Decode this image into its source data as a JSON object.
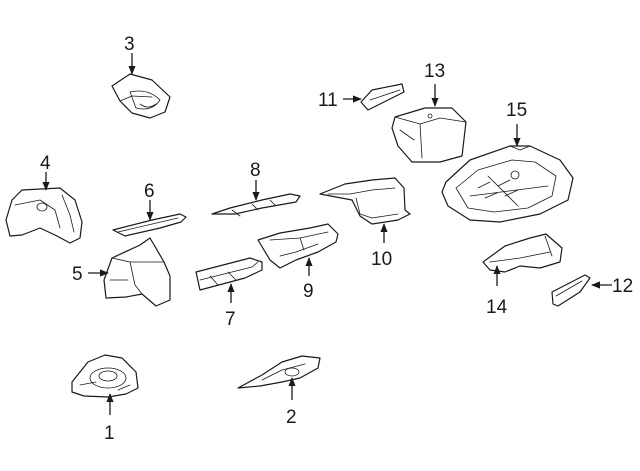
{
  "diagram": {
    "background": "#ffffff",
    "line_color": "#1a1a1a",
    "callouts": [
      {
        "id": "1",
        "label": "1"
      },
      {
        "id": "2",
        "label": "2"
      },
      {
        "id": "3",
        "label": "3"
      },
      {
        "id": "4",
        "label": "4"
      },
      {
        "id": "5",
        "label": "5"
      },
      {
        "id": "6",
        "label": "6"
      },
      {
        "id": "7",
        "label": "7"
      },
      {
        "id": "8",
        "label": "8"
      },
      {
        "id": "9",
        "label": "9"
      },
      {
        "id": "10",
        "label": "10"
      },
      {
        "id": "11",
        "label": "11"
      },
      {
        "id": "12",
        "label": "12"
      },
      {
        "id": "13",
        "label": "13"
      },
      {
        "id": "14",
        "label": "14"
      },
      {
        "id": "15",
        "label": "15"
      }
    ]
  }
}
